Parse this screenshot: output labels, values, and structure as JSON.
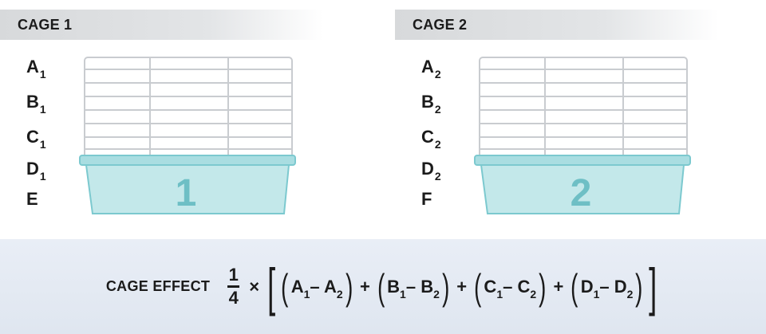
{
  "cage1": {
    "header": "CAGE 1",
    "number": "1",
    "labels": [
      {
        "main": "A",
        "sub": "1"
      },
      {
        "main": "B",
        "sub": "1"
      },
      {
        "main": "C",
        "sub": "1"
      },
      {
        "main": "D",
        "sub": "1"
      },
      {
        "main": "E",
        "sub": ""
      }
    ]
  },
  "cage2": {
    "header": "CAGE 2",
    "number": "2",
    "labels": [
      {
        "main": "A",
        "sub": "2"
      },
      {
        "main": "B",
        "sub": "2"
      },
      {
        "main": "C",
        "sub": "2"
      },
      {
        "main": "D",
        "sub": "2"
      },
      {
        "main": "F",
        "sub": ""
      }
    ]
  },
  "formula": {
    "label": "CAGE EFFECT",
    "numerator": "1",
    "denominator": "4",
    "times": "×",
    "plus": "+",
    "minus": "–",
    "terms": [
      {
        "a": "A",
        "a_sub": "1",
        "b": "A",
        "b_sub": "2"
      },
      {
        "a": "B",
        "a_sub": "1",
        "b": "B",
        "b_sub": "2"
      },
      {
        "a": "C",
        "a_sub": "1",
        "b": "C",
        "b_sub": "2"
      },
      {
        "a": "D",
        "a_sub": "1",
        "b": "D",
        "b_sub": "2"
      }
    ]
  },
  "colors": {
    "header_bg": "#d7d9db",
    "wire": "#c9ccd0",
    "tub_fill": "#bfe6e8",
    "tub_stroke": "#7cc9cf",
    "tub_number": "#6ebfc5",
    "footer_bg": "#e4eaf3"
  }
}
